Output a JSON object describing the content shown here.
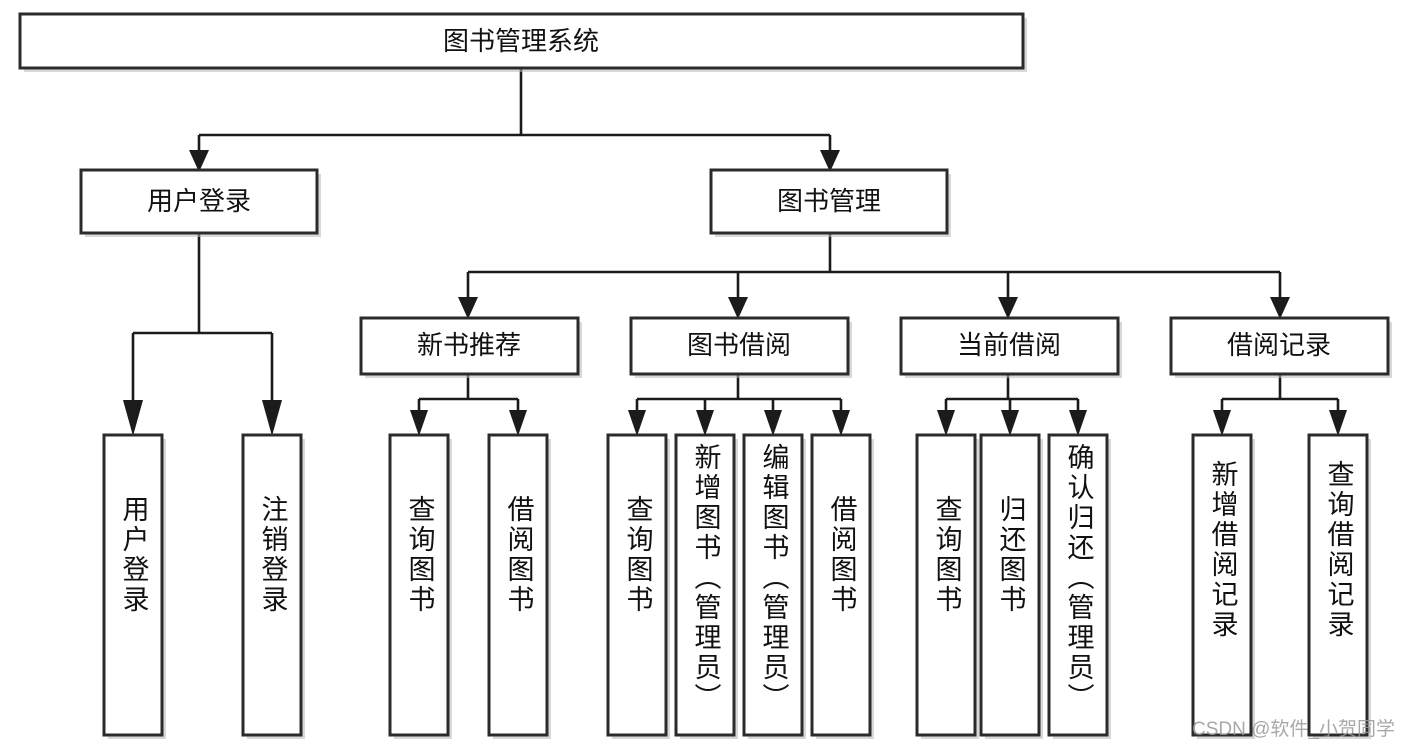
{
  "diagram": {
    "title": "图书管理系统",
    "watermark": "CSDN @软件_小贺同学",
    "root": {
      "label": "图书管理系统"
    },
    "level2": [
      {
        "label": "用户登录"
      },
      {
        "label": "图书管理"
      }
    ],
    "level3": [
      {
        "label": "新书推荐"
      },
      {
        "label": "图书借阅"
      },
      {
        "label": "当前借阅"
      },
      {
        "label": "借阅记录"
      }
    ],
    "leaves": {
      "user_login": [
        {
          "label": "用户登录"
        },
        {
          "label": "注销登录"
        }
      ],
      "new_book_recommend": [
        {
          "label": "查询图书"
        },
        {
          "label": "借阅图书"
        }
      ],
      "book_borrow": [
        {
          "label": "查询图书"
        },
        {
          "label": "新增图书（管理员）"
        },
        {
          "label": "编辑图书（管理员）"
        },
        {
          "label": "借阅图书"
        }
      ],
      "current_borrow": [
        {
          "label": "查询图书"
        },
        {
          "label": "归还图书"
        },
        {
          "label": "确认归还（管理员）"
        }
      ],
      "borrow_record": [
        {
          "label": "新增借阅记录"
        },
        {
          "label": "查询借阅记录"
        }
      ]
    },
    "colors": {
      "box_stroke": "#2b2b2b",
      "line": "#1b1b1b",
      "background": "#ffffff",
      "text": "#111111",
      "watermark": "#9a9a9a"
    }
  }
}
